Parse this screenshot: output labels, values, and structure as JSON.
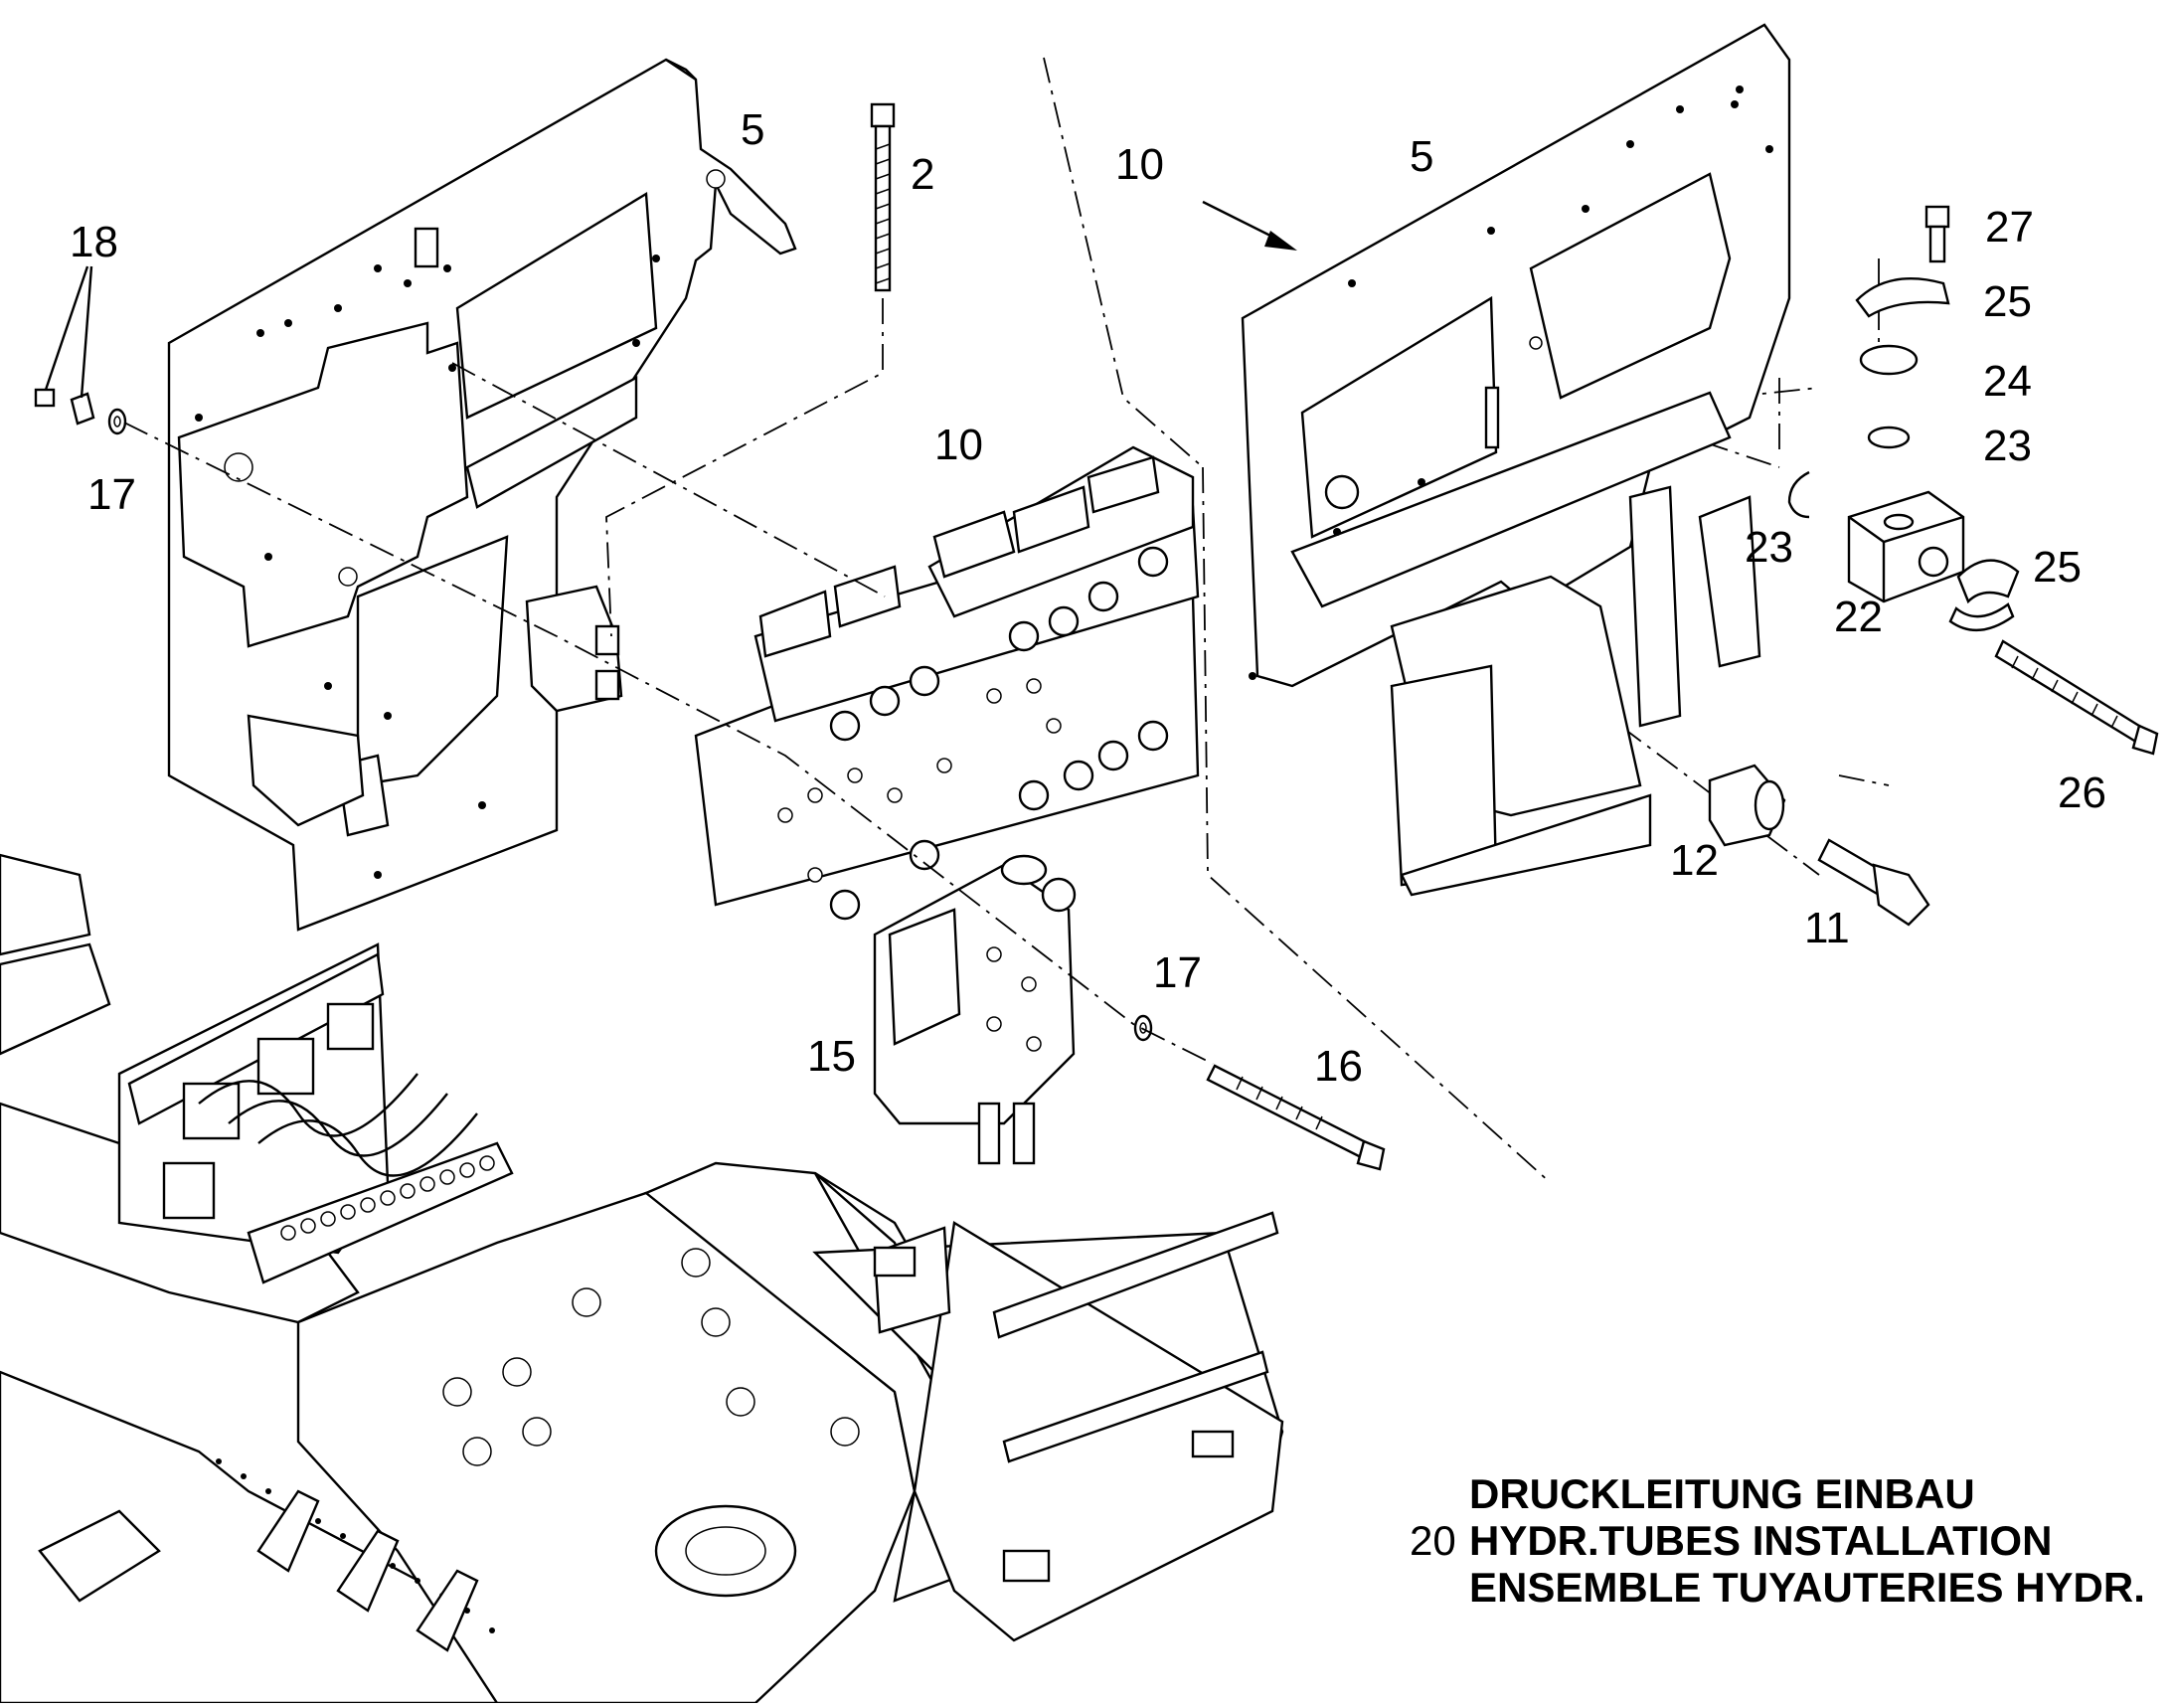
{
  "diagram": {
    "callouts": [
      {
        "id": "c-5-left",
        "text": "5"
      },
      {
        "id": "c-2",
        "text": "2"
      },
      {
        "id": "c-10-right",
        "text": "10"
      },
      {
        "id": "c-5-right",
        "text": "5"
      },
      {
        "id": "c-27",
        "text": "27"
      },
      {
        "id": "c-18",
        "text": "18"
      },
      {
        "id": "c-25-top",
        "text": "25"
      },
      {
        "id": "c-24",
        "text": "24"
      },
      {
        "id": "c-23-top",
        "text": "23"
      },
      {
        "id": "c-17-left",
        "text": "17"
      },
      {
        "id": "c-10-center",
        "text": "10"
      },
      {
        "id": "c-23-mid",
        "text": "23"
      },
      {
        "id": "c-25-mid",
        "text": "25"
      },
      {
        "id": "c-22",
        "text": "22"
      },
      {
        "id": "c-26",
        "text": "26"
      },
      {
        "id": "c-12",
        "text": "12"
      },
      {
        "id": "c-11",
        "text": "11"
      },
      {
        "id": "c-17-center",
        "text": "17"
      },
      {
        "id": "c-15",
        "text": "15"
      },
      {
        "id": "c-16",
        "text": "16"
      }
    ],
    "title_block": {
      "figure_number": "20",
      "line_de": "DRUCKLEITUNG EINBAU",
      "line_en": "HYDR.TUBES INSTALLATION",
      "line_fr": "ENSEMBLE TUYAUTERIES HYDR."
    }
  }
}
